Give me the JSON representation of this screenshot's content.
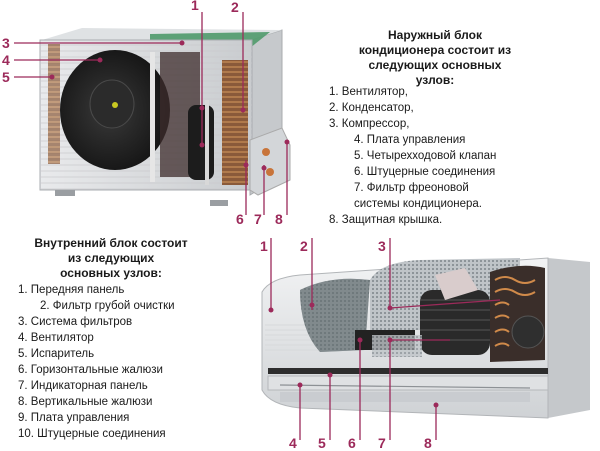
{
  "outdoor": {
    "title_lines": [
      "Наружный  блок",
      "кондиционера состоит из",
      "следующих основных",
      "узлов:"
    ],
    "items": [
      "1. Вентилятор,",
      "2. Конденсатор,",
      "3. Компрессор,",
      "4. Плата управления",
      "5. Четырехходовой клапан",
      "6. Штуцерные соединения",
      "7. Фильтр фреоновой",
      "системы кондиционера.",
      "8. Защитная крышка."
    ],
    "callouts": [
      "1",
      "2",
      "3",
      "4",
      "5",
      "6",
      "7",
      "8"
    ]
  },
  "indoor": {
    "title_lines": [
      "Внутренний блок состоит",
      "из следующих",
      "основных узлов:"
    ],
    "items": [
      "1.   Передняя панель",
      "2. Фильтр грубой очистки",
      "3. Система фильтров",
      "4. Вентилятор",
      "5. Испаритель",
      "6. Горизонтальные жалюзи",
      "7. Индикаторная панель",
      "8. Вертикальные жалюзи",
      "9. Плата управления",
      "10. Штуцерные соединения"
    ],
    "callouts": [
      "1",
      "2",
      "3",
      "4",
      "5",
      "6",
      "7",
      "8"
    ]
  },
  "colors": {
    "callout": "#9c2a5a",
    "coil_green": "#4f9a6a",
    "casing": "#d9dcdf",
    "copper": "#c8743a"
  }
}
